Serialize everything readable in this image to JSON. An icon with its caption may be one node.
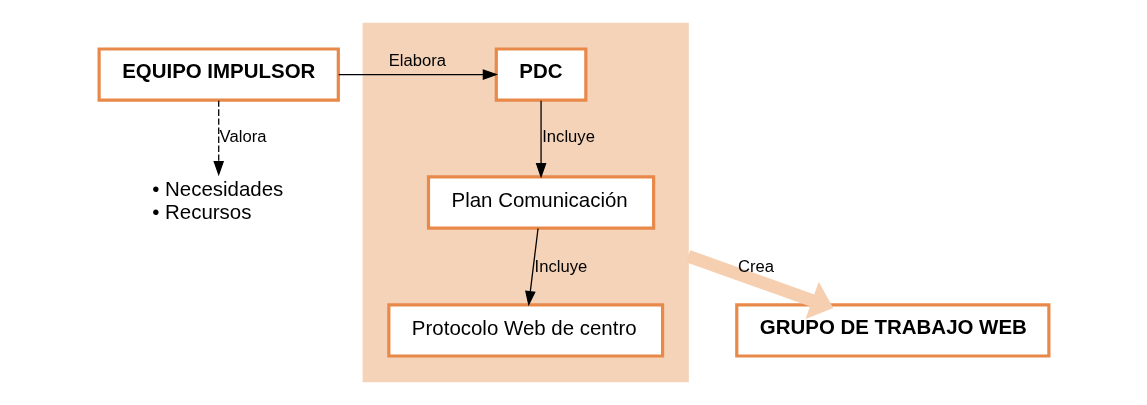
{
  "diagram": {
    "nodes": [
      {
        "text": [
          "EQUIPO IMPULSOR"
        ]
      },
      {
        "text": [
          "• Necesidades",
          "• Recursos"
        ]
      },
      {
        "text": [],
        "shape": "box"
      },
      {
        "text": [
          "PDC"
        ],
        "in": 2
      },
      {
        "text": [
          "Plan Comunicación"
        ],
        "in": 2
      },
      {
        "text": [
          "Protocolo Web de centro"
        ],
        "in": 2
      },
      {
        "text": [
          "GRUPO DE TRABAJO WEB"
        ]
      }
    ],
    "edges": [
      {
        "from": 0,
        "to": 3,
        "arrow": "to",
        "label": "Elabora"
      },
      {
        "from": 0,
        "to": 1,
        "arrow": "to",
        "label": "Valora",
        "style": "dashed"
      },
      {
        "from": 3,
        "to": 4,
        "arrow": "to",
        "label": "Incluye"
      },
      {
        "from": 4,
        "to": 5,
        "arrow": "to",
        "label": "Incluye"
      },
      {
        "from": 2,
        "to": 6,
        "arrow": "to",
        "label": "Crea",
        "style": "thick",
        "color": "#f5cfb0"
      }
    ]
  }
}
